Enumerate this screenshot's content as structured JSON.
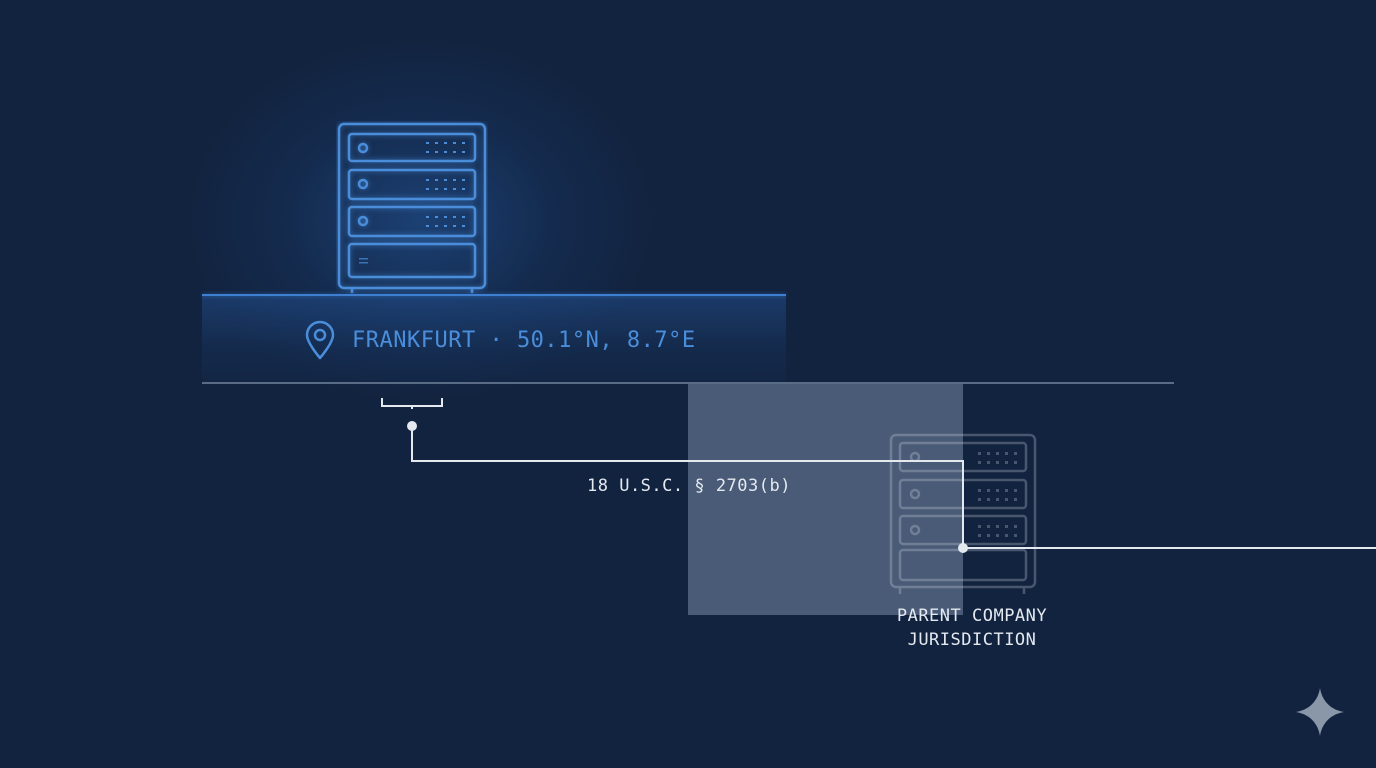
{
  "diagram": {
    "primary_location": {
      "city": "FRANKFURT",
      "separator": "·",
      "coordinates": "50.1°N, 8.7°E",
      "label": "FRANKFURT · 50.1°N, 8.7°E",
      "icon": "map-pin-icon"
    },
    "primary_server": {
      "icon": "server-rack-icon",
      "units": 4,
      "color": "#4a8edb"
    },
    "connector_label": "18 U.S.C. § 2703(b)",
    "secondary_server": {
      "icon": "server-rack-icon",
      "label_line1": "PARENT COMPANY",
      "label_line2": "JURISDICTION"
    },
    "corner_icon": "sparkle-icon"
  },
  "colors": {
    "background": "#12233f",
    "accent_blue": "#4a8edb",
    "line_white": "#e4e9f0",
    "divider_gray": "#5a6b86",
    "overlay_gray": "#7a8aa5",
    "sparkle": "#8a97a8"
  }
}
